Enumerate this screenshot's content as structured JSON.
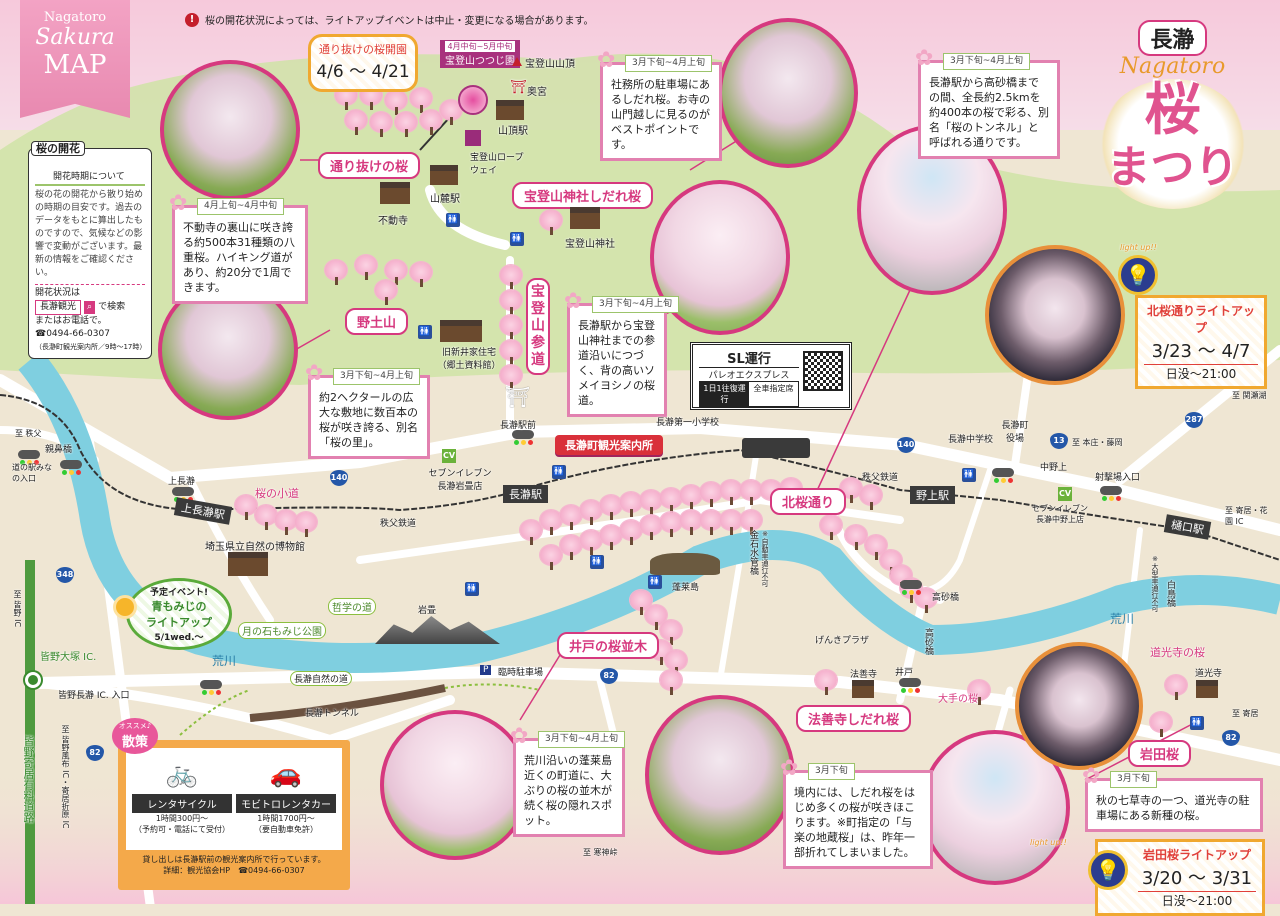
{
  "title_banner": {
    "line1": "Nagatoro",
    "line2": "Sakura",
    "line3": "MAP"
  },
  "main_title": {
    "place": "長瀞",
    "romaji": "Nagatoro",
    "line1": "桜",
    "line2": "まつり"
  },
  "warning": {
    "icon": "exclamation-icon",
    "text": "桜の開花状況によっては、ライトアップイベントは中止・変更になる場合があります。"
  },
  "info_box": {
    "heading": "桜の開花",
    "sub_heading": "開花時期について",
    "body": "桜の花の開花から散り始めの時期の目安です。過去のデータをもとに算出したものですので、気候などの影響で変動がございます。最新の情報をご確認ください。",
    "status_label": "開花状況は",
    "search_value": "長瀞観光",
    "search_suffix": "で検索",
    "phone_label": "またはお電話で。",
    "phone": "☎0494-66-0307",
    "phone_note": "（長瀞町観光案内所／9時～17時）"
  },
  "callout_opening": {
    "title": "通り抜けの桜開園",
    "dates": "4/6 ～ 4/21"
  },
  "tsutsuji": {
    "period": "4月中旬~5月中旬",
    "name": "宝登山つつじ園"
  },
  "spots": {
    "toorinuke": "通り抜けの桜",
    "hodosan_shidare": "宝登山神社しだれ桜",
    "nozuchiyama": "野土山",
    "sando": "宝登山参道",
    "kitazakura": "北桜通り",
    "ido": "井戸の桜並木",
    "hozenji": "法善寺しだれ桜",
    "iwata": "岩田桜",
    "komichi": "桜の小道",
    "doukouji": "道光寺の桜",
    "ote": "大手の桜",
    "kankou": "長瀞町観光案内所"
  },
  "descriptions": [
    {
      "period": "4月上旬~4月中旬",
      "text": "不動寺の裏山に咲き誇る約500本31種類の八重桜。ハイキング道があり、約20分で1周できます。"
    },
    {
      "period": "3月下旬~4月上旬",
      "text": "社務所の駐車場にあるしだれ桜。お寺の山門越しに見るのがベストポイントです。"
    },
    {
      "period": "3月下旬~4月上旬",
      "text": "長瀞駅から高砂橋までの間、全長約2.5kmを約400本の桜で彩る、別名「桜のトンネル」と呼ばれる通りです。"
    },
    {
      "period": "3月下旬~4月上旬",
      "text": "長瀞駅から宝登山神社までの参道沿いにつづく、背の高いソメイヨシノの桜道。"
    },
    {
      "period": "3月下旬~4月上旬",
      "text": "約2ヘクタールの広大な敷地に数百本の桜が咲き誇る、別名「桜の里」。"
    },
    {
      "period": "3月下旬~4月上旬",
      "text": "荒川沿いの蓬莱島近くの町道に、大ぶりの桜の並木が続く桜の隠れスポット。"
    },
    {
      "period": "3月下旬",
      "text": "境内には、しだれ桜をはじめ多くの桜が咲きほこります。※町指定の「与楽の地蔵桜」は、昨年一部折れてしまいました。"
    },
    {
      "period": "3月下旬",
      "text": "秋の七草寺の一つ、道光寺の駐車場にある新種の桜。"
    }
  ],
  "lightups": [
    {
      "badge": "light up!!",
      "title": "北桜通りライトアップ",
      "dates": "3/23 ～ 4/7",
      "hours": "日没～21:00"
    },
    {
      "badge": "light up!!",
      "title": "岩田桜ライトアップ",
      "dates": "3/20 ～ 3/31",
      "hours": "日没～21:00"
    }
  ],
  "event": {
    "tag": "予定イベント!",
    "title1": "青もみじの",
    "title2": "ライトアップ",
    "date": "5/1wed.～"
  },
  "sl": {
    "title": "SL運行",
    "train": "パレオエクスプレス",
    "badge1": "1日1往復運行",
    "badge2": "全車指定席"
  },
  "stations": {
    "nagatoro": "長瀞駅",
    "kaminagatoro": "上長瀞駅",
    "nogami": "野上駅",
    "higuchi": "樋口駅",
    "sanroku": "山麓駅",
    "sancho": "山頂駅"
  },
  "places": {
    "summit": "宝登山山頂",
    "okumiya": "奥宮",
    "ropeway": "宝登山ロープウェイ",
    "fudouji": "不動寺",
    "jinja": "宝登山神社",
    "arai": "旧新井家住宅（郷土資料館）",
    "ekimae": "長瀞駅前",
    "seven1": "セブンイレブン長瀞岩畳店",
    "kaminagatoro_sig": "上長瀞",
    "museum": "埼玉県立自然の博物館",
    "oyahana": "親鼻橋",
    "michinoeki": "道の駅みなの入口",
    "to_chichibu": "至 秩父",
    "rail": "秩父鉄道",
    "rail2": "秩父鉄道",
    "iwadatami": "岩畳",
    "tetsugaku": "哲学の道",
    "momiji": "月の石もみじ公園",
    "arakawa1": "荒川",
    "arakawa2": "荒川",
    "elem": "長瀞第一小学校",
    "jhs": "長瀞中学校",
    "townhall": "長瀞町役場",
    "nakanoue": "中野上",
    "to_honjo": "至 本庄・藤岡",
    "to_sekisei": "至 関瀬湖",
    "shagekijo": "射撃場入口",
    "seven2": "セブンイレブン長瀞中野上店",
    "to_yorii": "至 寄居・花園 IC",
    "kanaishi": "金石水管橋",
    "no_car1": "※自動車通行不可",
    "horaijima": "蓬莱島",
    "takasago": "高砂橋",
    "takasago2": "高砂橋",
    "genki": "げんきプラザ",
    "shiratori": "白鳥橋",
    "no_car2": "※大型車通行不可",
    "parking": "臨時駐車場",
    "hozenji": "法善寺",
    "ido": "井戸",
    "doukouji": "道光寺",
    "to_yorii2": "至 寄居",
    "to_kanjin": "至 寒神峠",
    "minano_ic": "皆野大塚 IC.",
    "minano_entr": "皆野長瀞 IC. 入口",
    "to_minano": "至 皆野 IC",
    "to_fuppu": "至 皆野風布 IC・寄居折原 IC",
    "toll": "皆野寄居有料道路",
    "nature_trail": "長瀞自然の道",
    "tunnel": "長瀞トンネル"
  },
  "routes": {
    "r140a": "140",
    "r140b": "140",
    "r13": "13",
    "r287": "287",
    "r348": "348",
    "r82a": "82",
    "r82b": "82",
    "r82c": "82"
  },
  "stroll": {
    "badge_small": "オススメ♪",
    "badge": "散策",
    "cycle": {
      "label": "レンタサイクル",
      "price": "1時間300円～",
      "note": "（予約可・電話にて受付）"
    },
    "car": {
      "label": "モビトロレンタカー",
      "price": "1時間1700円～",
      "note": "（要自動車免許）"
    },
    "footer1": "貸し出しは長瀞駅前の観光案内所で行っています。",
    "footer2": "詳細：観光協会HP　☎0494-66-0307"
  },
  "colors": {
    "pink": "#d6397f",
    "river": "#7fcfe0",
    "orange": "#f0a830",
    "green": "#5a9a3a"
  }
}
